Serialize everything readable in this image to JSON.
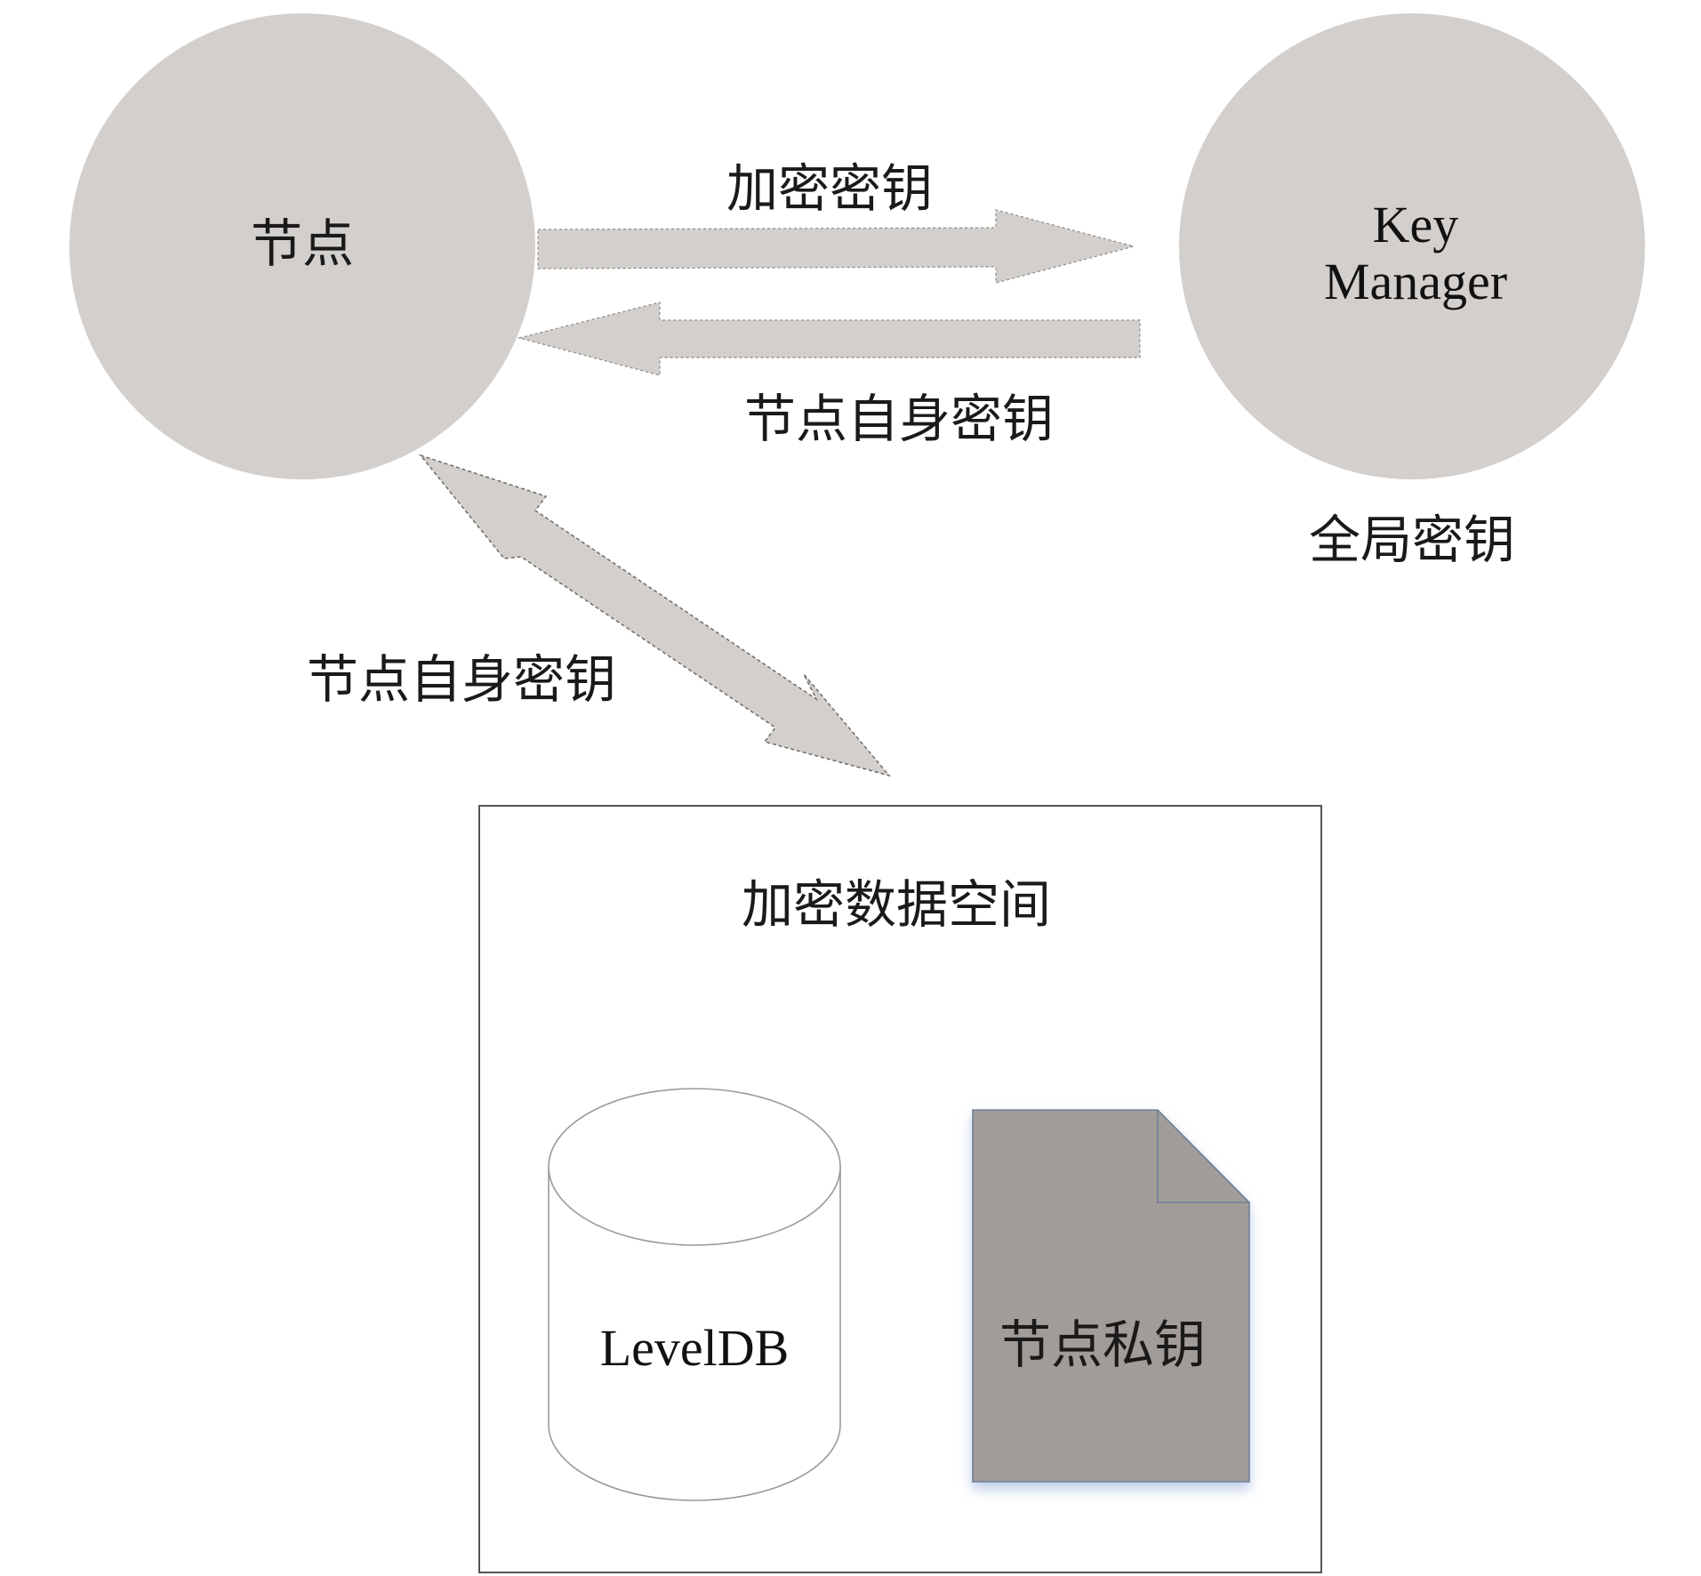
{
  "node": {
    "label": "节点"
  },
  "key_manager": {
    "label_line1": "Key",
    "label_line2": "Manager",
    "caption": "全局密钥"
  },
  "arrow_to_km": {
    "label": "加密密钥"
  },
  "arrow_to_node": {
    "label": "节点自身密钥"
  },
  "arrow_storage": {
    "label": "节点自身密钥"
  },
  "storage_box": {
    "title": "加密数据空间"
  },
  "database": {
    "label": "LevelDB"
  },
  "private_key_file": {
    "label": "节点私钥"
  },
  "colors": {
    "circle": "#d3cfcc",
    "arrow": "#d3cfcc",
    "file": "#a29c98",
    "text": "#1a1a1a"
  }
}
